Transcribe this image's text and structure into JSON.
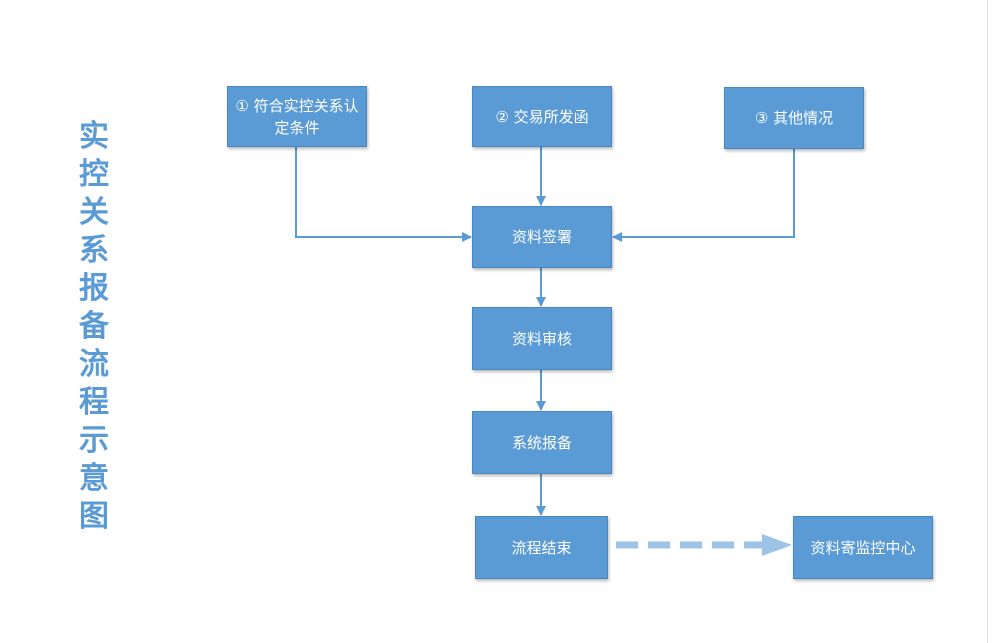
{
  "title": "实控关系报备流程示意图",
  "nodes": {
    "cond1": "① 符合实控关系认定条件",
    "cond2": "② 交易所发函",
    "cond3": "③ 其他情况",
    "sign": "资料签署",
    "review": "资料审核",
    "report": "系统报备",
    "end": "流程结束",
    "archive": "资料寄监控中心"
  },
  "colors": {
    "box_fill": "#5b9bd5",
    "arrow": "#5b9bd5",
    "dashed_arrow": "#9dc3e6",
    "title": "#5b9bd5"
  }
}
